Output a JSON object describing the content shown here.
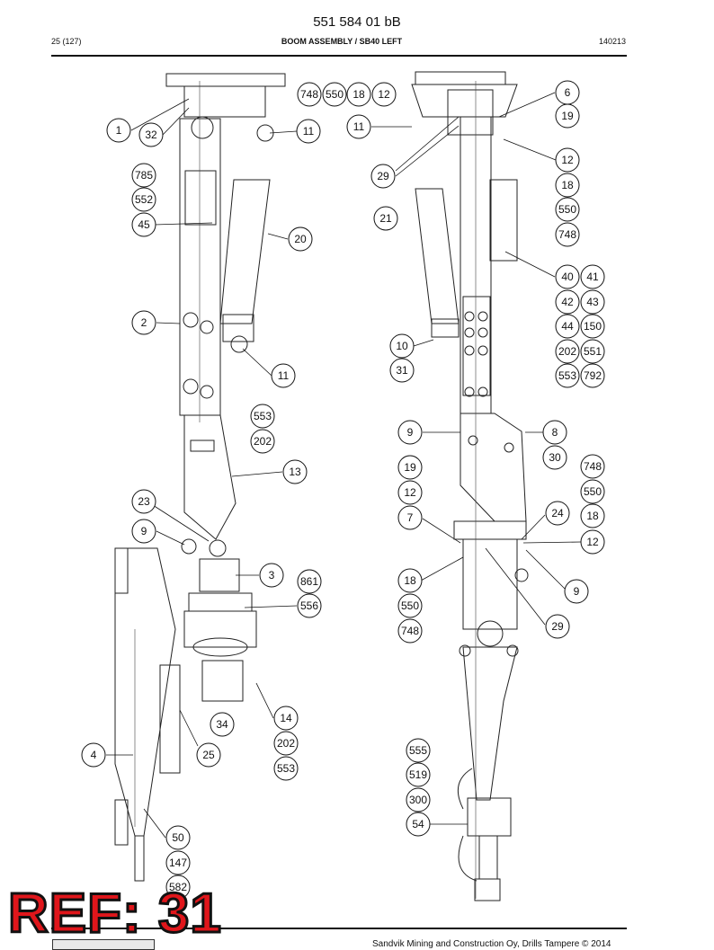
{
  "header": {
    "doc_number": "551 584 01 bB",
    "page": "25 (127)",
    "title": "BOOM ASSEMBLY / SB40 LEFT",
    "code": "140213"
  },
  "footer": {
    "company": "Sandvik Mining and Construction Oy, Drills Tampere © 2014"
  },
  "stamp": {
    "text": "REF: 31",
    "color": "#e0161b"
  },
  "callouts": [
    "1",
    "32",
    "748",
    "550",
    "18",
    "12",
    "11",
    "785",
    "552",
    "45",
    "20",
    "2",
    "11",
    "553",
    "202",
    "13",
    "23",
    "9",
    "3",
    "861",
    "556",
    "14",
    "202",
    "553",
    "34",
    "25",
    "4",
    "50",
    "147",
    "582",
    "6",
    "19",
    "11",
    "12",
    "29",
    "18",
    "550",
    "748",
    "21",
    "40",
    "41",
    "42",
    "43",
    "44",
    "150",
    "202",
    "551",
    "553",
    "792",
    "10",
    "31",
    "9",
    "8",
    "30",
    "19",
    "748",
    "12",
    "550",
    "7",
    "24",
    "18",
    "12",
    "18",
    "9",
    "550",
    "29",
    "748",
    "555",
    "519",
    "300",
    "54"
  ]
}
